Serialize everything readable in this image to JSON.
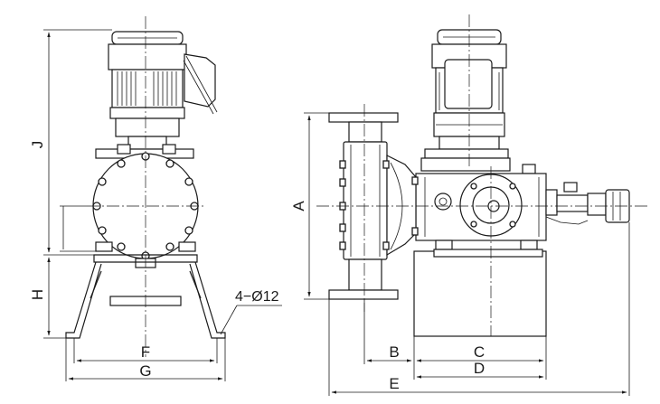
{
  "dimensions": {
    "J": "J",
    "H": "H",
    "A": "A",
    "B": "B",
    "C": "C",
    "D": "D",
    "E": "E",
    "F": "F",
    "G": "G"
  },
  "callout": {
    "holes": "4−Ø12"
  }
}
